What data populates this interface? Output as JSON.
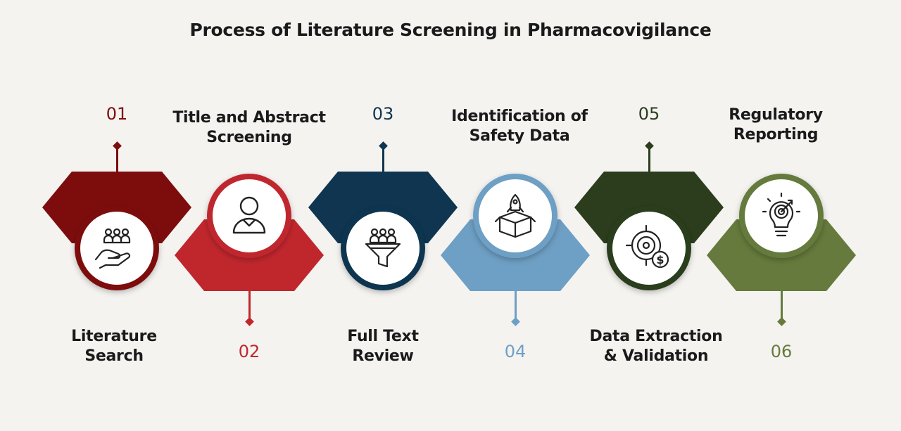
{
  "title": "Process of Literature Screening in Pharmacovigilance",
  "colors": {
    "step1": "#7d0d0d",
    "step2": "#c0272d",
    "step3": "#0f3550",
    "step4": "#6e9fc4",
    "step5": "#2b3d1c",
    "step6": "#657a3c"
  },
  "steps": [
    {
      "number": "01",
      "label_line1": "Literature",
      "label_line2": "Search",
      "icon": "hand-people-icon"
    },
    {
      "number": "02",
      "label_line1": "Title and Abstract",
      "label_line2": "Screening",
      "icon": "person-icon"
    },
    {
      "number": "03",
      "label_line1": "Full Text",
      "label_line2": "Review",
      "icon": "funnel-people-icon"
    },
    {
      "number": "04",
      "label_line1": "Identification of",
      "label_line2": "Safety Data",
      "icon": "rocket-box-icon"
    },
    {
      "number": "05",
      "label_line1": "Data Extraction",
      "label_line2": "& Validation",
      "icon": "target-dollar-icon"
    },
    {
      "number": "06",
      "label_line1": "Regulatory",
      "label_line2": "Reporting",
      "icon": "bulb-target-icon"
    }
  ]
}
